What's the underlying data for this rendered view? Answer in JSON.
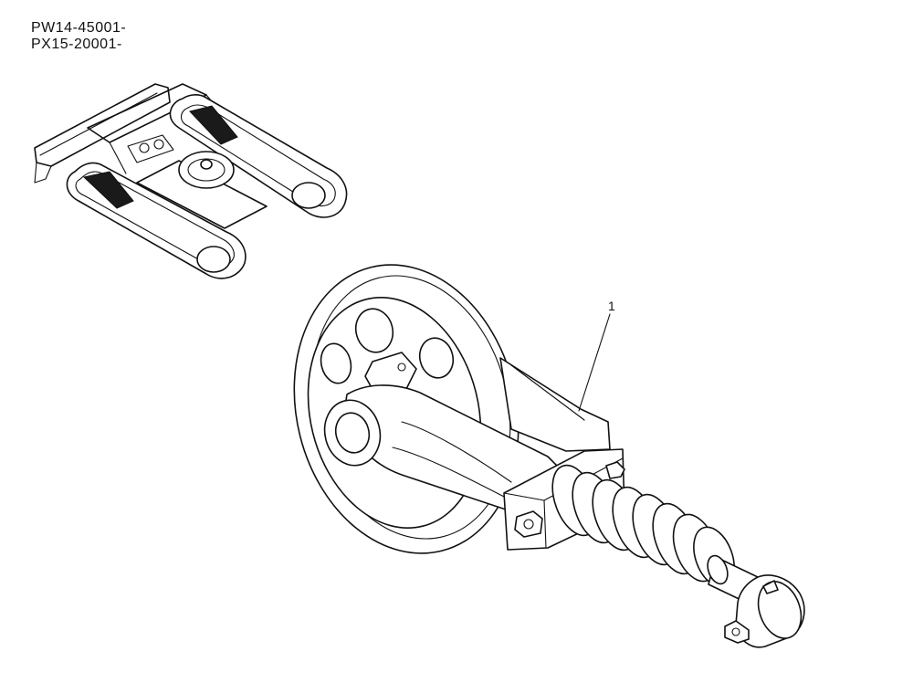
{
  "header": {
    "serial_lines": [
      "PW14-45001-",
      "PX15-20001-"
    ]
  },
  "diagram": {
    "callouts": [
      {
        "label": "1"
      }
    ]
  }
}
